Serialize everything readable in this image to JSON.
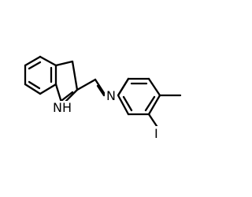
{
  "molecule": {
    "atoms": {
      "nh": {
        "symbol": "NH",
        "color": "#000000"
      },
      "n_imine": {
        "symbol": "N",
        "color": "#000000"
      },
      "iodine": {
        "symbol": "I",
        "color": "#000000"
      }
    },
    "bond_color": "#000000",
    "background_color": "#ffffff"
  }
}
